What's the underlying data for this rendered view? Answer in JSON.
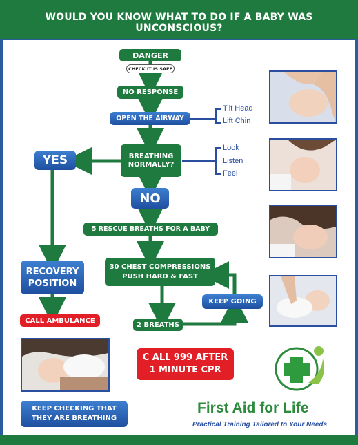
{
  "header": {
    "title": "WOULD YOU KNOW WHAT TO DO IF A BABY WAS UNCONSCIOUS?"
  },
  "flow": {
    "danger": "DANGER",
    "check_safe": "CHECK IT IS SAFE",
    "no_response": "NO RESPONSE",
    "open_airway": "OPEN THE AIRWAY",
    "breathing_normally": "BREATHING NORMALLY?",
    "yes": "YES",
    "no": "NO",
    "rescue_breaths": "5 RESCUE BREATHS FOR A BABY",
    "chest_compressions_line1": "30 CHEST COMPRESSIONS",
    "chest_compressions_line2": "PUSH HARD & FAST",
    "keep_going": "KEEP GOING",
    "two_breaths": "2 BREATHS",
    "recovery_line1": "RECOVERY",
    "recovery_line2": "POSITION",
    "call_ambulance": "CALL AMBULANCE",
    "call_999_line1": "C ALL 999 AFTER",
    "call_999_line2": "1 MINUTE CPR",
    "keep_checking_line1": "KEEP CHECKING THAT",
    "keep_checking_line2": "THEY ARE BREATHING"
  },
  "airway_steps": [
    "Tilt Head",
    "Lift Chin"
  ],
  "breathing_checks": [
    "Look",
    "Listen",
    "Feel"
  ],
  "brand": {
    "name": "First Aid for Life",
    "tagline": "Practical Training Tailored to Your Needs",
    "logo_icon": "green-cross-figure-icon"
  },
  "colors": {
    "green": "#1f7a3f",
    "blue": "#2a5c9e",
    "red": "#e21f26"
  }
}
